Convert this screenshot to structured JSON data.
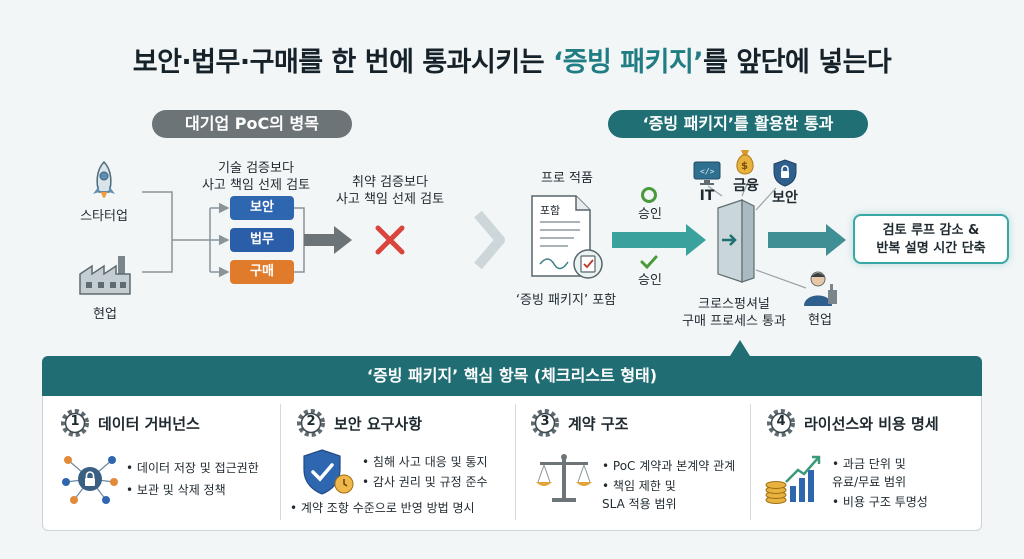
{
  "title": {
    "prefix": "보안·법무·구매를 한 번에 통과시키는 ",
    "highlight": "‘증빙 패키지’",
    "suffix": "를 앞단에 넣는다"
  },
  "left_section": {
    "pill": "대기업 PoC의 병목",
    "startup_label": "스타터업",
    "field_label": "현업",
    "review_note_1": "기술 검증보다",
    "review_note_2": "사고 책임 선제 검토",
    "departments": [
      "보안",
      "법무",
      "구매"
    ],
    "reject_note_1": "취약 검증보다",
    "reject_note_2": "사고 책임 선제 검토"
  },
  "right_section": {
    "pill": "‘증빙 패키지’를 활용한 통과",
    "doc_header": "프로 적품",
    "doc_inner": "포함",
    "doc_caption": "‘증빙 패키지’ 포함",
    "approve_1": "승인",
    "approve_2": "승인",
    "it_label": "IT",
    "finance_label": "금융",
    "security_label": "보안",
    "gate_caption_1": "크로스펑셔널",
    "gate_caption_2": "구매 프로세스 통과",
    "field_label": "현업",
    "outcome_1": "검토 루프 감소 &",
    "outcome_2": "반복 설명 시간 단축"
  },
  "panel": {
    "header": "‘증빙 패키지’ 핵심 항목 (체크리스트 형태)",
    "columns": [
      {
        "num": "1",
        "title": "데이터 거버넌스",
        "bullets": [
          "데이터 저장 및 접근권한",
          "보관 및 삭제 정책"
        ]
      },
      {
        "num": "2",
        "title": "보안 요구사항",
        "bullets": [
          "침해 사고 대응 및 통지",
          "감사 권리 및 규정 준수",
          "계약 조항 수준으로 반영 방법 명시"
        ]
      },
      {
        "num": "3",
        "title": "계약 구조",
        "bullets": [
          "PoC 계약과 본계약 관계",
          "책임 제한 및",
          "SLA 적용 범위"
        ]
      },
      {
        "num": "4",
        "title": "라이선스와 비용 명세",
        "bullets": [
          "과금 단위 및",
          "유료/무료 범위",
          "비용 구조 투명성"
        ]
      }
    ]
  },
  "colors": {
    "teal": "#1f6f75",
    "accent_teal": "#39a8a4",
    "security_blue": "#2f66b0",
    "legal_blue": "#2b5ea8",
    "purchase_orange": "#e07b2c",
    "reject_red": "#d9443b",
    "approve_green": "#4a9a3c"
  }
}
